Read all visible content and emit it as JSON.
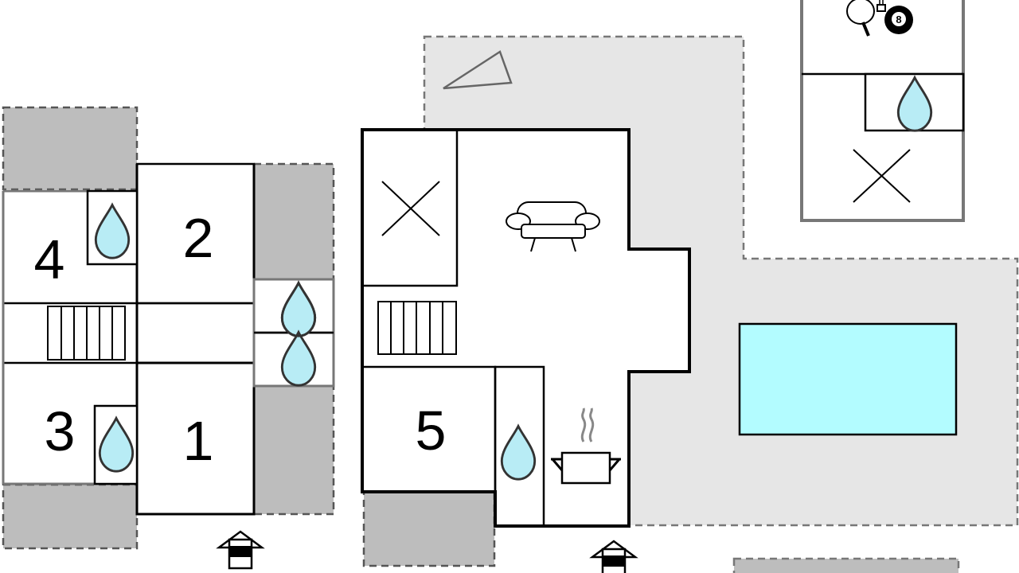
{
  "rooms": {
    "room_1": "1",
    "room_2": "2",
    "room_3": "3",
    "room_4": "4",
    "room_5": "5"
  },
  "billiard_ball_number": "8",
  "colors": {
    "terrace": "#e6e6e6",
    "covered": "#bdbdbd",
    "pool_water": "#b3fcff",
    "water_drop": "#b8ecf5",
    "wall": "#000000",
    "wall_grey": "#777777"
  },
  "icons": [
    "water-drop-icon",
    "stairs-icon",
    "sofa-icon",
    "cooking-pot-icon",
    "dining-table-icon",
    "entrance-icon",
    "table-tennis-icon",
    "billiard-icon",
    "sail-shade-icon"
  ]
}
